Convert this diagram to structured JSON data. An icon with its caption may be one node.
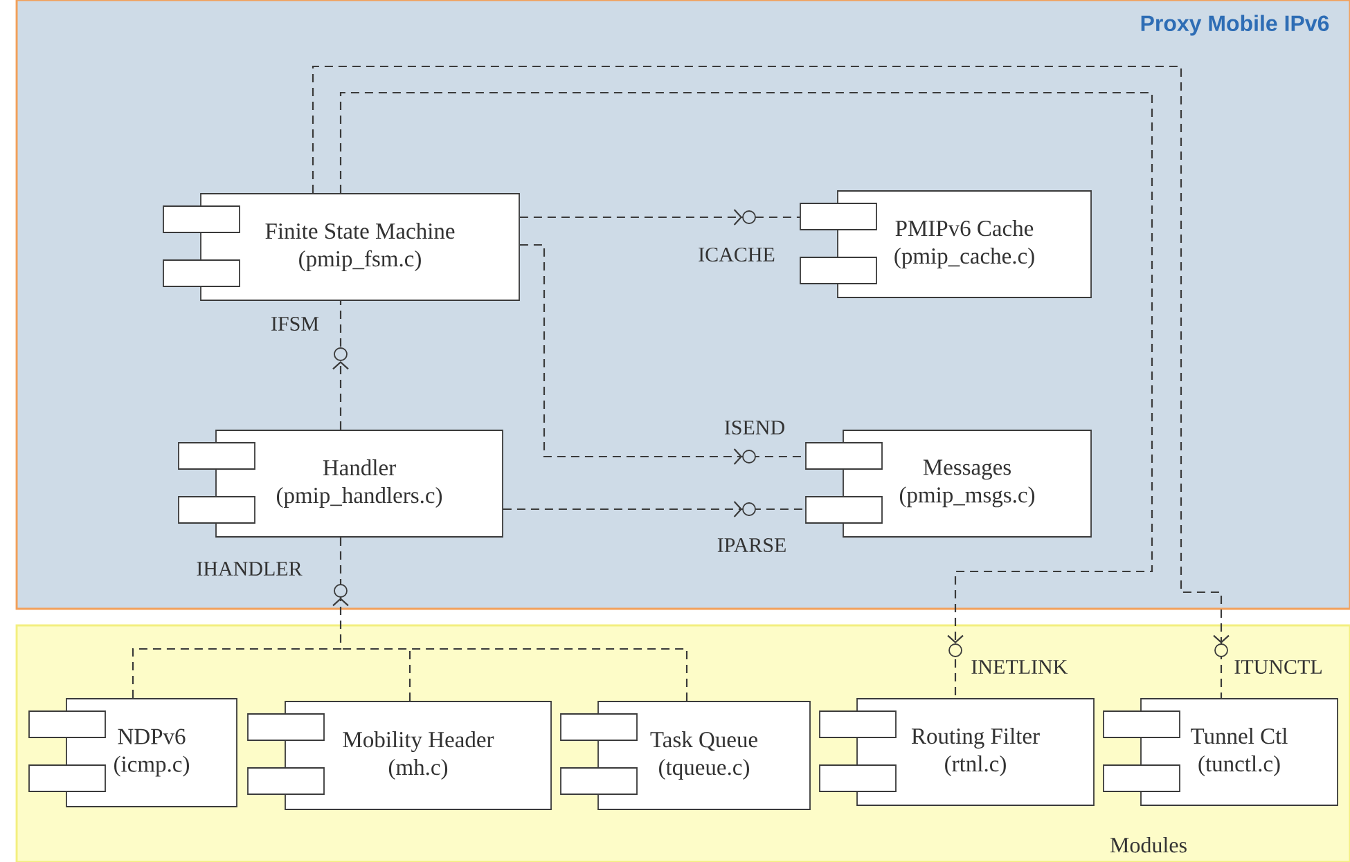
{
  "diagram": {
    "nodes": [
      {
        "text": [
          "Proxy Mobile IPv6"
        ]
      },
      {
        "text": [
          "Finite State Machine",
          "(pmip_fsm.c)"
        ],
        "in": 0
      },
      {
        "text": [
          "PMIPv6 Cache",
          "(pmip_cache.c)"
        ],
        "in": 0
      },
      {
        "text": [
          "Handler",
          "(pmip_handlers.c)"
        ],
        "in": 0
      },
      {
        "text": [
          "Messages",
          "(pmip_msgs.c)"
        ],
        "in": 0
      },
      {
        "text": [
          "Modules"
        ]
      },
      {
        "text": [
          "NDPv6",
          "(icmp.c)"
        ],
        "in": 5
      },
      {
        "text": [
          "Mobility Header",
          "(mh.c)"
        ],
        "in": 5
      },
      {
        "text": [
          "Task Queue",
          "(tqueue.c)"
        ],
        "in": 5
      },
      {
        "text": [
          "Routing Filter",
          "(rtnl.c)"
        ],
        "in": 5
      },
      {
        "text": [
          "Tunnel Ctl",
          "(tunctl.c)"
        ],
        "in": 5
      }
    ],
    "edges": [
      {
        "from": 1,
        "to": 2,
        "arrow": "to",
        "label": "ICACHE",
        "style": "dashed"
      },
      {
        "from": 1,
        "to": 4,
        "arrow": "to",
        "label": "ISEND",
        "style": "dashed"
      },
      {
        "from": 3,
        "to": 4,
        "arrow": "to",
        "label": "IPARSE",
        "style": "dashed"
      },
      {
        "from": 3,
        "to": 1,
        "arrow": "to",
        "label": "IFSM",
        "style": "dashed"
      },
      {
        "from": 6,
        "to": 3,
        "arrow": "to",
        "label": "IHANDLER",
        "style": "dashed"
      },
      {
        "from": 7,
        "to": 3,
        "arrow": "to",
        "style": "dashed"
      },
      {
        "from": 8,
        "to": 3,
        "arrow": "to",
        "style": "dashed"
      },
      {
        "from": 1,
        "to": 9,
        "arrow": "to",
        "label": "INETLINK",
        "style": "dashed"
      },
      {
        "from": 1,
        "to": 10,
        "arrow": "to",
        "label": "ITUNCTL",
        "style": "dashed"
      }
    ]
  }
}
